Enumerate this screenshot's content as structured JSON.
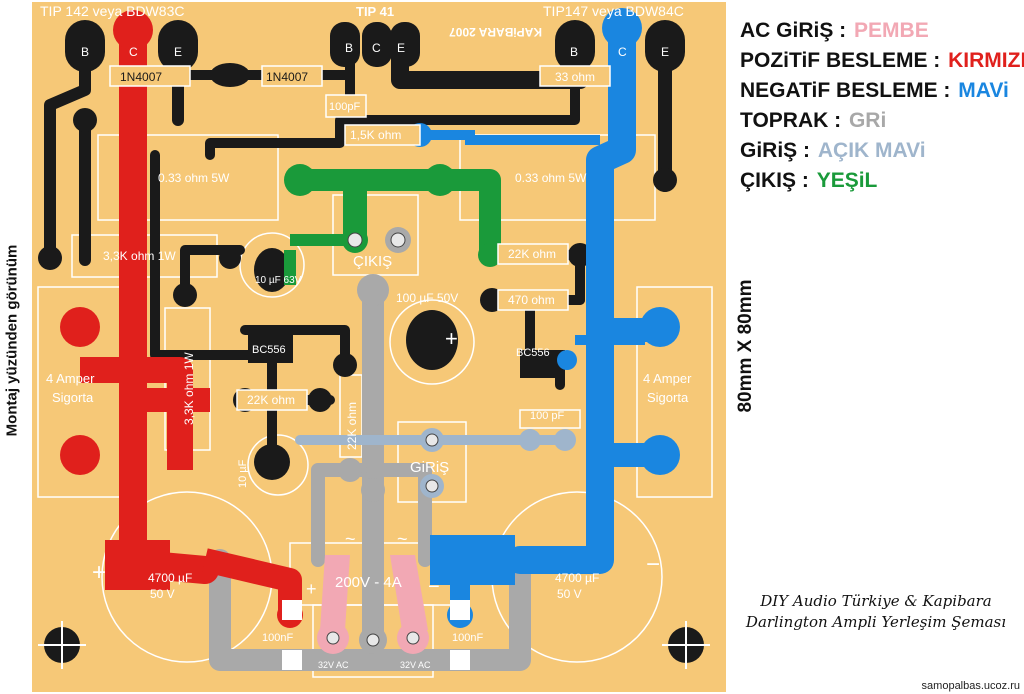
{
  "legend": [
    {
      "label": "AC GiRiŞ :",
      "value": "PEMBE",
      "color": "#f2a8b4"
    },
    {
      "label": "POZiTiF BESLEME :",
      "value": "KIRMIZI",
      "color": "#e0201c"
    },
    {
      "label": "NEGATiF BESLEME :",
      "value": "MAVi",
      "color": "#1a86e0"
    },
    {
      "label": "TOPRAK :",
      "value": "GRi",
      "color": "#a8a8a8"
    },
    {
      "label": "GiRiŞ :",
      "value": "AÇIK MAVi",
      "color": "#9fb5cc"
    },
    {
      "label": "ÇIKIŞ :",
      "value": "YEŞiL",
      "color": "#1a9a3a"
    }
  ],
  "side_left": "Montaj yüzünden görünüm",
  "side_right": "80mm X 80mm",
  "caption_line1": "DIY Audio Türkiye & Kapibara",
  "caption_line2": "Darlington Ampli Yerleşim Şeması",
  "site": "samopalbas.ucoz.ru",
  "board": {
    "title_left_transistor": "TIP 142 veya BDW83C",
    "title_center_transistor": "TIP 41",
    "title_right_transistor": "TIP147 veya BDW84C",
    "brand": "KAPiBARA 2007",
    "pin_b": "B",
    "pin_c": "C",
    "pin_e": "E",
    "diode_1": "1N4007",
    "diode_2": "1N4007",
    "res_33": "33 ohm",
    "cap_100pf_top": "100pF",
    "res_15k": "1,5K ohm",
    "res_033_left": "0.33 ohm 5W",
    "res_033_right": "0.33 ohm 5W",
    "res_33k_1w": "3,3K ohm 1W",
    "cap_10uf_63v": "10 µF 63V",
    "output_label": "ÇIKIŞ",
    "res_22k_right": "22K ohm",
    "cap_100uf_50v": "100 µF 50V",
    "res_470": "470 ohm",
    "bc556_left": "BC556",
    "bc556_right": "BC556",
    "fuse_left_1": "4 Amper",
    "fuse_left_2": "Sigorta",
    "fuse_right_1": "4 Amper",
    "fuse_right_2": "Sigorta",
    "res_33k_1w_vert": "3,3K ohm 1W",
    "res_22k_mid": "22K ohm",
    "res_22k_vert": "22K ohm",
    "cap_100pf_mid": "100 pF",
    "input_label": "GiRiŞ",
    "cap_10uf_vert": "10 µF",
    "cap_4700_left_1": "4700 µF",
    "cap_4700_left_2": "50 V",
    "cap_4700_right_1": "4700 µF",
    "cap_4700_right_2": "50 V",
    "bridge_label": "200V - 4A",
    "tilde": "~",
    "plus": "+",
    "minus": "−",
    "cap_100nf_left": "100nF",
    "cap_100nf_right": "100nF",
    "ac_left": "32V AC",
    "ac_right": "32V AC"
  }
}
